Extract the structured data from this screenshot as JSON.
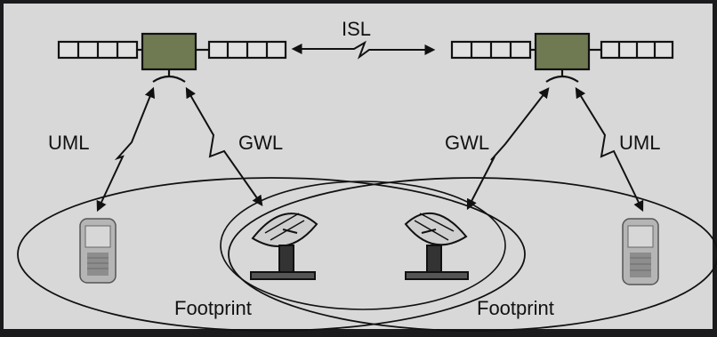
{
  "diagram": {
    "links": {
      "isl": "ISL",
      "uml_left": "UML",
      "gwl_left": "GWL",
      "gwl_right": "GWL",
      "uml_right": "UML"
    },
    "footprints": [
      "Footprint",
      "Footprint"
    ],
    "satellites": [
      "satellite-left",
      "satellite-right"
    ],
    "colors": {
      "background": "#d8d8d8",
      "frame": "#1b1b1d",
      "satellite_body": "#6f7a52",
      "ink": "#111111"
    }
  }
}
